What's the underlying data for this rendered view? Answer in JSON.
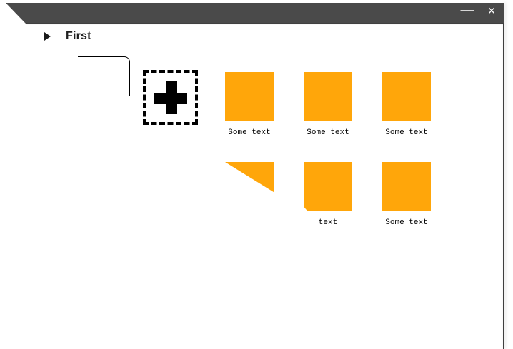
{
  "window": {
    "titlebar": {
      "minimize_label": "—",
      "close_label": "×"
    }
  },
  "section": {
    "title": "First",
    "expanded": false,
    "arrow_icon": "triangle-right-icon"
  },
  "add_tile": {
    "icon": "plus-icon",
    "label": ""
  },
  "colors": {
    "accent_orange": "#FFA60A",
    "titlebar": "#4A4A4A",
    "separator": "#B9B9B9",
    "text": "#1F1F1F"
  },
  "cards": [
    {
      "label": "Some text",
      "shape": "square",
      "row": 1,
      "col": 1
    },
    {
      "label": "Some text",
      "shape": "square",
      "row": 1,
      "col": 2
    },
    {
      "label": "Some text",
      "shape": "square",
      "row": 1,
      "col": 3
    },
    {
      "label": "",
      "shape": "triangle",
      "row": 2,
      "col": 1
    },
    {
      "label": "text",
      "shape": "notched",
      "row": 2,
      "col": 2
    },
    {
      "label": "Some text",
      "shape": "square",
      "row": 2,
      "col": 3
    }
  ]
}
